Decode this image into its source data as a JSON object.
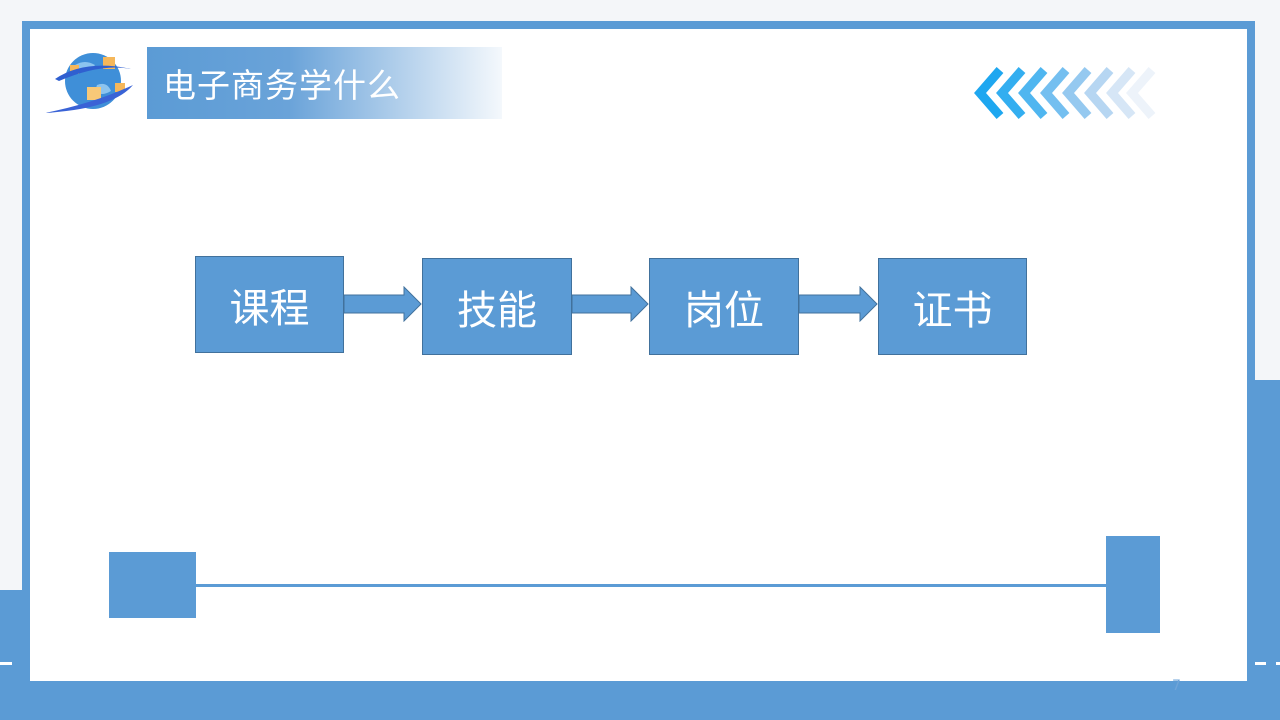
{
  "slide": {
    "title": "电子商务学什么",
    "flow": [
      "课程",
      "技能",
      "岗位",
      "证书"
    ],
    "page_number": "7"
  },
  "colors": {
    "accent": "#5b9bd5",
    "border": "#41719c",
    "chevron": "#1ea7f0"
  },
  "icons": [
    "globe-logo-icon",
    "chevron-left-icon",
    "arrow-right-icon"
  ]
}
